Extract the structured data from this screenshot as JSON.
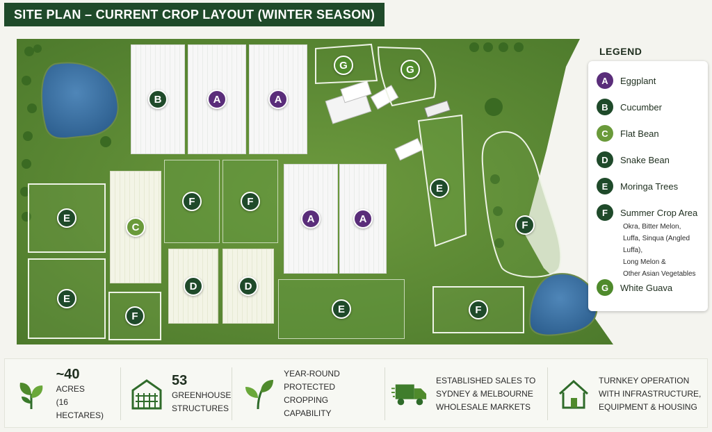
{
  "title": "SITE PLAN – CURRENT CROP LAYOUT (WINTER SEASON)",
  "colors": {
    "A": "#5a2d7a",
    "B": "#1f4a2a",
    "C": "#6a9a3a",
    "D": "#1f4a2a",
    "E": "#1f4a2a",
    "F": "#1f4a2a",
    "G": "#4f8a2c"
  },
  "plots": [
    {
      "code": "B"
    },
    {
      "code": "A"
    },
    {
      "code": "A"
    },
    {
      "code": "G"
    },
    {
      "code": "G"
    },
    {
      "code": "E"
    },
    {
      "code": "C"
    },
    {
      "code": "F"
    },
    {
      "code": "F"
    },
    {
      "code": "A"
    },
    {
      "code": "A"
    },
    {
      "code": "E"
    },
    {
      "code": "F"
    },
    {
      "code": "E"
    },
    {
      "code": "D"
    },
    {
      "code": "D"
    },
    {
      "code": "F"
    },
    {
      "code": "E"
    },
    {
      "code": "F"
    }
  ],
  "legend": {
    "title": "LEGEND",
    "items": [
      {
        "code": "A",
        "label": "Eggplant"
      },
      {
        "code": "B",
        "label": "Cucumber"
      },
      {
        "code": "C",
        "label": "Flat Bean"
      },
      {
        "code": "D",
        "label": "Snake Bean"
      },
      {
        "code": "E",
        "label": "Moringa Trees"
      },
      {
        "code": "F",
        "label": "Summer Crop Area"
      },
      {
        "code": "G",
        "label": "White Guava"
      }
    ],
    "summer_details": [
      "Okra, Bitter Melon,",
      "Luffa, Sinqua (Angled Luffa),",
      "Long Melon &",
      "Other Asian Vegetables"
    ]
  },
  "features": [
    {
      "icon": "seedling-icon",
      "big": "~40",
      "lines": [
        "ACRES",
        "(16 HECTARES)"
      ]
    },
    {
      "icon": "greenhouse-icon",
      "big": "53",
      "lines": [
        "GREENHOUSE",
        "STRUCTURES"
      ]
    },
    {
      "icon": "leaf-icon",
      "big": "",
      "lines": [
        "YEAR-ROUND",
        "PROTECTED CROPPING",
        "CAPABILITY"
      ]
    },
    {
      "icon": "truck-icon",
      "big": "",
      "lines": [
        "ESTABLISHED SALES TO",
        "SYDNEY & MELBOURNE",
        "WHOLESALE MARKETS"
      ]
    },
    {
      "icon": "house-icon",
      "big": "",
      "lines": [
        "TURNKEY OPERATION",
        "WITH INFRASTRUCTURE,",
        "EQUIPMENT & HOUSING"
      ]
    }
  ]
}
